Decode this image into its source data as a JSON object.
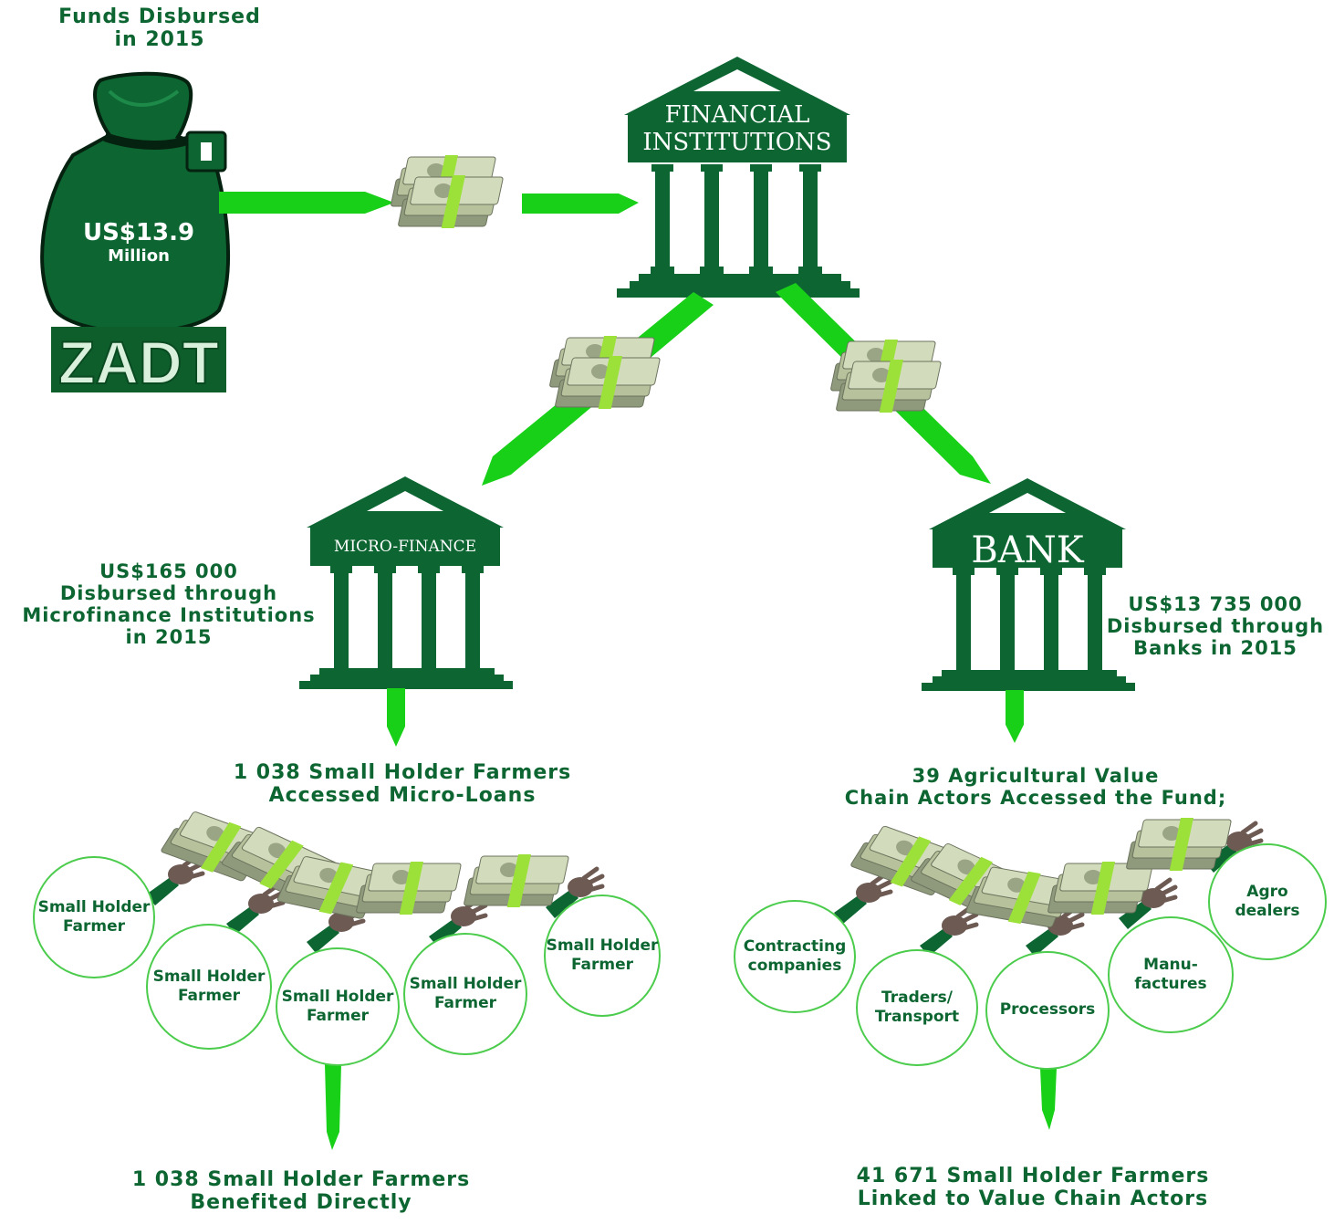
{
  "header": {
    "line1": "Funds Disbursed",
    "line2": "in 2015"
  },
  "bag": {
    "amount": "US$13.9",
    "unit": "Million",
    "logo": "ZADT"
  },
  "financial_institutions": {
    "line1": "FINANCIAL",
    "line2": "INSTITUTIONS"
  },
  "microfinance": {
    "building_label": "MICRO-FINANCE",
    "amount": "US$165 000",
    "line2": "Disbursed through",
    "line3": "Microfinance Institutions",
    "line4": "in 2015",
    "accessed_line1": "1 038 Small Holder Farmers",
    "accessed_line2": "Accessed Micro-Loans",
    "beneficiaries": [
      {
        "line1": "Small Holder",
        "line2": "Farmer"
      },
      {
        "line1": "Small Holder",
        "line2": "Farmer"
      },
      {
        "line1": "Small Holder",
        "line2": "Farmer"
      },
      {
        "line1": "Small Holder",
        "line2": "Farmer"
      },
      {
        "line1": "Small Holder",
        "line2": "Farmer"
      }
    ],
    "result_line1": "1 038 Small Holder Farmers",
    "result_line2": "Benefited Directly"
  },
  "bank": {
    "building_label": "BANK",
    "amount": "US$13 735 000",
    "line2": "Disbursed through",
    "line3": "Banks in 2015",
    "accessed_line1": "39 Agricultural Value",
    "accessed_line2": "Chain Actors Accessed the Fund;",
    "actors": [
      {
        "line1": "Contracting",
        "line2": "companies"
      },
      {
        "line1": "Traders/",
        "line2": "Transport"
      },
      {
        "line1": "Processors",
        "line2": ""
      },
      {
        "line1": "Manu-",
        "line2": "factures"
      },
      {
        "line1": "Agro",
        "line2": "dealers"
      }
    ],
    "result_line1": "41 671 Small Holder Farmers",
    "result_line2": "Linked to Value Chain Actors"
  },
  "colors": {
    "dark_green": "#0d6632",
    "bright_green": "#19d019",
    "circle_border": "#4ccc4c",
    "cash": "#c9d3b0",
    "band": "#9be13a"
  }
}
